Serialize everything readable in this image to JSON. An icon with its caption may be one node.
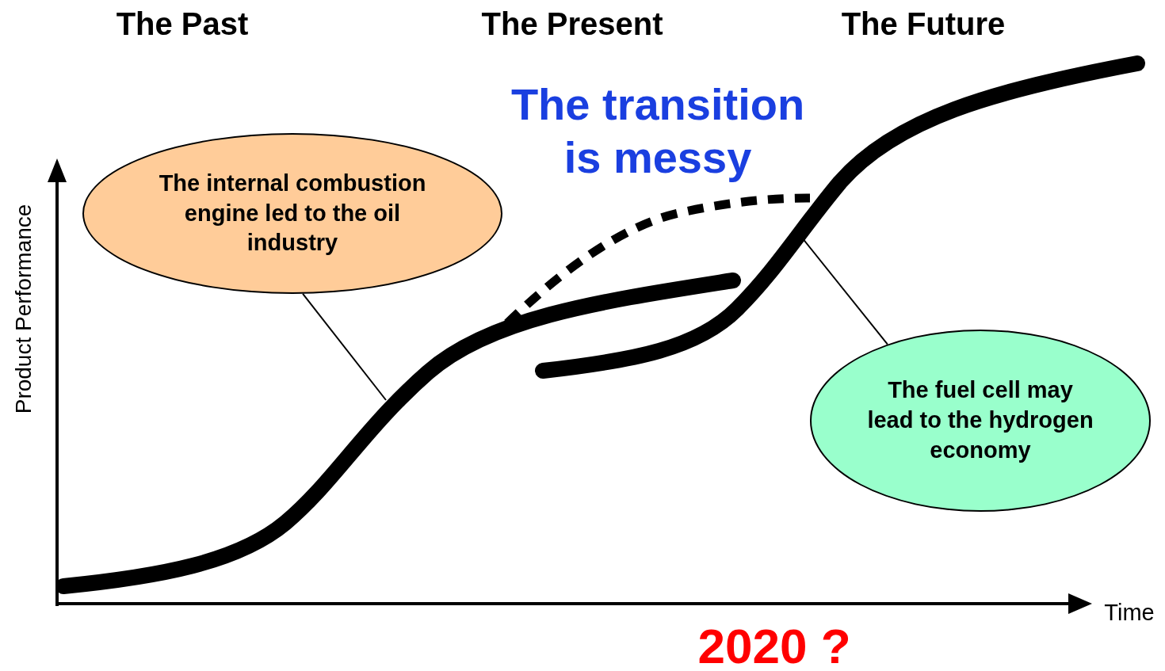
{
  "diagram": {
    "nodes": [
      {
        "text": [
          "The internal combustion engine led to the oil industry"
        ]
      },
      {
        "text": [
          "The fuel cell may lead to the hydrogen economy"
        ]
      },
      {
        "text": [],
        "shape": "line"
      },
      {
        "text": [],
        "shape": "line"
      }
    ],
    "edges": [
      {
        "from": 0,
        "to": 2,
        "arrow": "none"
      },
      {
        "from": 1,
        "to": 3,
        "arrow": "none"
      },
      {
        "from": 2,
        "to": 3,
        "arrow": "none",
        "style": "dashed"
      }
    ],
    "labels": [
      "The Past",
      "The Present",
      "The Future",
      "The transition is messy",
      "Product Performance",
      "Time",
      "2020 ?"
    ]
  }
}
